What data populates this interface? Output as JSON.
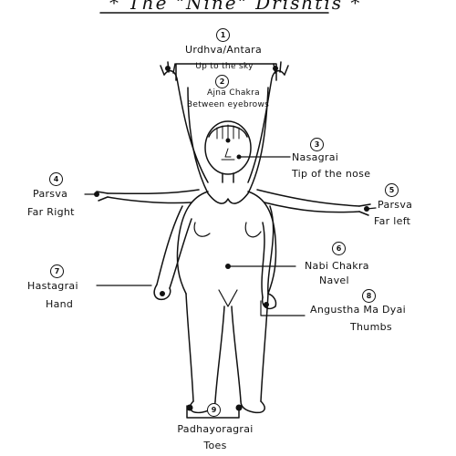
{
  "title": "* The \"Nine\" Drishtis *",
  "drishtis": [
    {
      "number": "1",
      "name": "Urdhva/Antara",
      "desc": "Up to the sky"
    },
    {
      "number": "2",
      "name": "Ajna Chakra",
      "desc": "Between eyebrows"
    },
    {
      "number": "3",
      "name": "Nasagrai",
      "desc": "Tip of the nose"
    },
    {
      "number": "4",
      "name": "Parsva",
      "desc": "Far Right"
    },
    {
      "number": "5",
      "name": "Parsva",
      "desc": "Far left"
    },
    {
      "number": "6",
      "name": "Nabi Chakra",
      "desc": "Navel"
    },
    {
      "number": "7",
      "name": "Hastagrai",
      "desc": "Hand"
    },
    {
      "number": "8",
      "name": "Angustha Ma Dyai",
      "desc": "Thumbs"
    },
    {
      "number": "9",
      "name": "Padhayoragrai",
      "desc": "Toes"
    }
  ]
}
